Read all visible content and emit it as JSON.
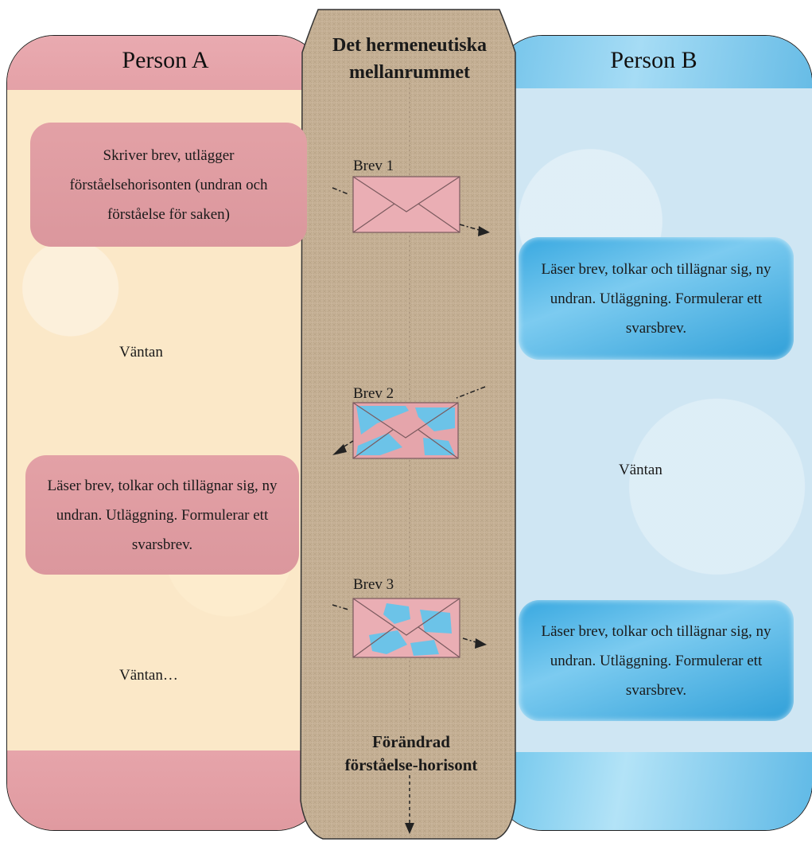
{
  "person_a": {
    "title": "Person A",
    "box1": "Skriver brev, utlägger förståelsehorisonten (undran och förståelse för saken)",
    "wait1": "Väntan",
    "box2": "Läser brev, tolkar och tillägnar sig, ny undran. Utläggning. Formulerar ett svarsbrev.",
    "wait2": "Väntan…"
  },
  "person_b": {
    "title": "Person B",
    "box1": "Läser brev, tolkar och tillägnar sig, ny undran. Utläggning. Formulerar ett svarsbrev.",
    "wait1": "Väntan",
    "box2": "Läser brev, tolkar och tillägnar sig, ny undran. Utläggning. Formulerar ett svarsbrev."
  },
  "center": {
    "title": "Det hermeneutiska mellanrummet",
    "letters": [
      {
        "label": "Brev 1",
        "direction": "A to B",
        "color": "pink"
      },
      {
        "label": "Brev 2",
        "direction": "B to A",
        "color": "blue"
      },
      {
        "label": "Brev 3",
        "direction": "A to B",
        "color": "pink-blue"
      }
    ],
    "footer": "Förändrad förståelse-horisont"
  },
  "colors": {
    "person_a": "#e3a1a6",
    "person_a_background": "#fbe8c8",
    "person_b": "#38a8e0",
    "person_b_background": "#cfe6f3",
    "center": "#c9b49a"
  }
}
